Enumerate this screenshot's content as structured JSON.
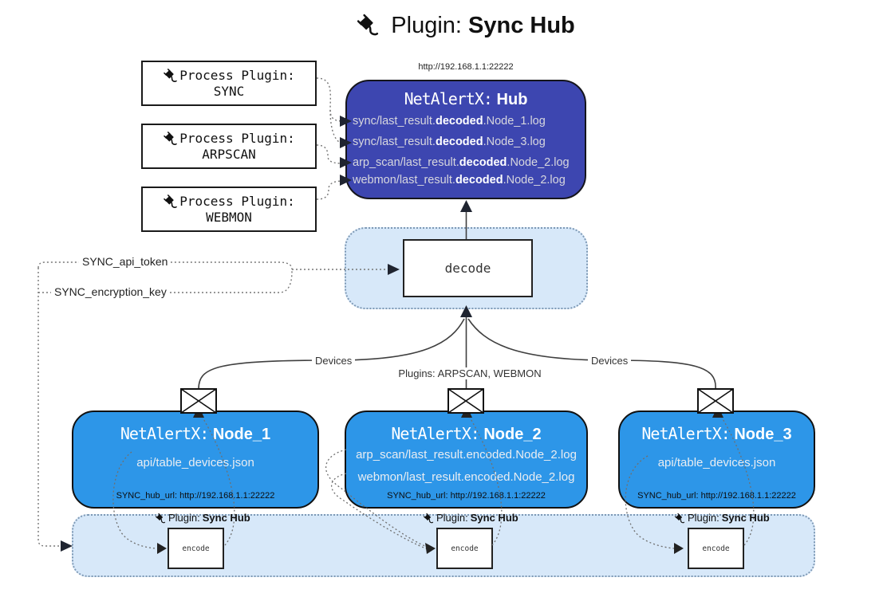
{
  "title": {
    "prefix": "Plugin:",
    "name": "Sync Hub"
  },
  "process_plugins": [
    {
      "label": "Process Plugin:",
      "name": "SYNC"
    },
    {
      "label": "Process Plugin:",
      "name": "ARPSCAN"
    },
    {
      "label": "Process Plugin:",
      "name": "WEBMON"
    }
  ],
  "hub": {
    "url": "http://192.168.1.1:22222",
    "title_prefix": "NetAlertX:",
    "title_name": "Hub",
    "files": [
      {
        "pre": "sync/last_result.",
        "bold": "decoded",
        "post": ".Node_1.log"
      },
      {
        "pre": "sync/last_result.",
        "bold": "decoded",
        "post": ".Node_3.log"
      },
      {
        "pre": "arp_scan/last_result.",
        "bold": "decoded",
        "post": ".Node_2.log"
      },
      {
        "pre": "webmon/last_result.",
        "bold": "decoded",
        "post": ".Node_2.log"
      }
    ]
  },
  "decode": {
    "label": "decode"
  },
  "tokens": {
    "api_token": "SYNC_api_token",
    "encryption_key": "SYNC_encryption_key"
  },
  "edges": {
    "devices_left": "Devices",
    "devices_right": "Devices",
    "plugins_label": "Plugins: ARPSCAN, WEBMON"
  },
  "nodes": [
    {
      "title_prefix": "NetAlertX:",
      "title_name": "Node_1",
      "files": [
        "api/table_devices.json"
      ],
      "hub_url": "SYNC_hub_url: http://192.168.1.1:22222"
    },
    {
      "title_prefix": "NetAlertX:",
      "title_name": "Node_2",
      "files": [
        "arp_scan/last_result.encoded.Node_2.log",
        "webmon/last_result.encoded.Node_2.log"
      ],
      "hub_url": "SYNC_hub_url: http://192.168.1.1:22222"
    },
    {
      "title_prefix": "NetAlertX:",
      "title_name": "Node_3",
      "files": [
        "api/table_devices.json"
      ],
      "hub_url": "SYNC_hub_url: http://192.168.1.1:22222"
    }
  ],
  "encode_sections": [
    {
      "plugin_label": "Plugin:",
      "plugin_name": "Sync Hub",
      "box": "encode"
    },
    {
      "plugin_label": "Plugin:",
      "plugin_name": "Sync Hub",
      "box": "encode"
    },
    {
      "plugin_label": "Plugin:",
      "plugin_name": "Sync Hub",
      "box": "encode"
    }
  ],
  "colors": {
    "hub_fill": "#3d46b0",
    "node_fill": "#2d96e8",
    "container_fill": "#d7e8f9",
    "container_border": "#7e99b5",
    "hub_text": "#d7d7de",
    "bold_text": "#ffffff",
    "line_solid": "#3f3f3f",
    "line_dotted": "#777777",
    "arrowhead": "#1f2430"
  }
}
